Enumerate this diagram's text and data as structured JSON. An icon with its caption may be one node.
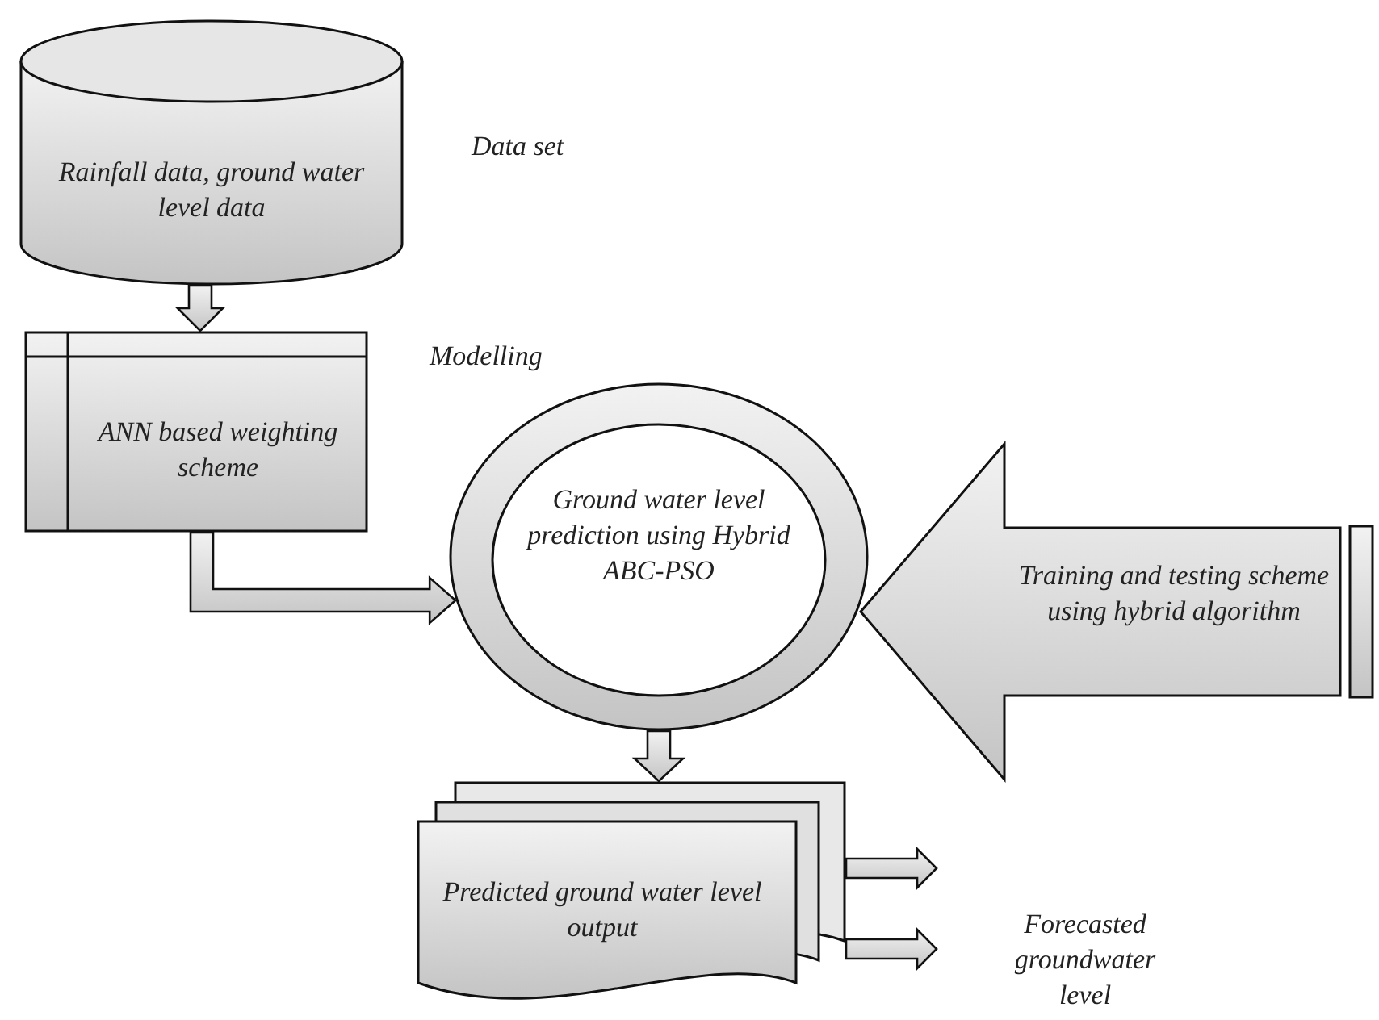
{
  "diagram": {
    "nodes": [
      {
        "text": [
          "Rainfall data, ground water level data"
        ]
      },
      {
        "text": [
          "ANN based weighting scheme"
        ]
      },
      {
        "text": [
          "Ground water level prediction using Hybrid ABC-PSO"
        ]
      },
      {
        "text": [
          "Training and testing scheme using hybrid algorithm"
        ]
      },
      {
        "text": [
          "Predicted ground water level output"
        ]
      }
    ],
    "edges": [
      {
        "from": 0,
        "to": 1,
        "arrow": "to"
      },
      {
        "from": 1,
        "to": 2,
        "arrow": "to"
      },
      {
        "from": 2,
        "to": 4,
        "arrow": "to"
      },
      {
        "from": 4,
        "to": null,
        "arrow": "to"
      },
      {
        "from": 4,
        "to": null,
        "arrow": "to"
      }
    ],
    "labels": [
      "Data set",
      "Modelling",
      "Forecasted groundwater level"
    ]
  }
}
